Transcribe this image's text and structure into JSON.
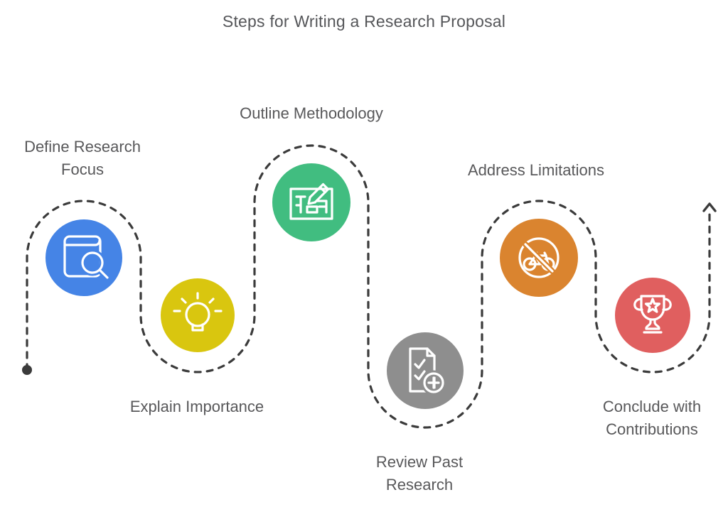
{
  "title": "Steps for Writing a Research Proposal",
  "flow": {
    "color": "#3b3b3b",
    "start_marker": "dot",
    "end_marker": "arrow-up"
  },
  "steps": [
    {
      "id": "define-research-focus",
      "label": "Define Research Focus",
      "color": "#4584e6",
      "icon": "book-search-icon"
    },
    {
      "id": "explain-importance",
      "label": "Explain Importance",
      "color": "#d9c60f",
      "icon": "lightbulb-icon"
    },
    {
      "id": "outline-methodology",
      "label": "Outline Methodology",
      "color": "#41bd80",
      "icon": "document-pencil-icon"
    },
    {
      "id": "review-past-research",
      "label": "Review Past Research",
      "color": "#8e8e8e",
      "icon": "document-checklist-add-icon"
    },
    {
      "id": "address-limitations",
      "label": "Address Limitations",
      "color": "#da842f",
      "icon": "no-bicycle-icon"
    },
    {
      "id": "conclude-with-contributions",
      "label": "Conclude with Contributions",
      "color": "#e05f5f",
      "icon": "trophy-star-icon"
    }
  ]
}
